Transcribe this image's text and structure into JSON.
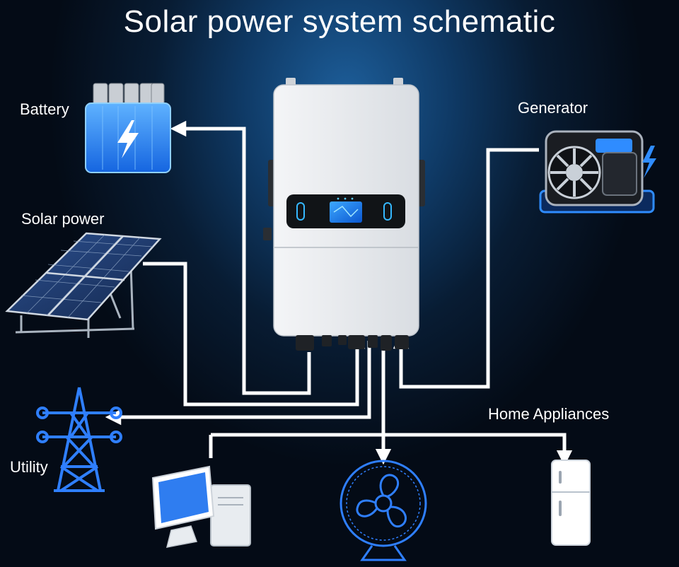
{
  "title": "Solar power system schematic",
  "labels": {
    "battery": "Battery",
    "solar": "Solar power",
    "generator": "Generator",
    "home_appliances": "Home Appliances",
    "utility": "Utility"
  },
  "colors": {
    "background": "#0a2340",
    "accent_blue": "#2f8cff",
    "line": "#ffffff",
    "inverter_body": "#e9ecef"
  },
  "icons": [
    "battery-icon",
    "solar-panel-icon",
    "generator-icon",
    "transmission-tower-icon",
    "computer-icon",
    "fan-icon",
    "refrigerator-icon",
    "inverter-icon"
  ]
}
